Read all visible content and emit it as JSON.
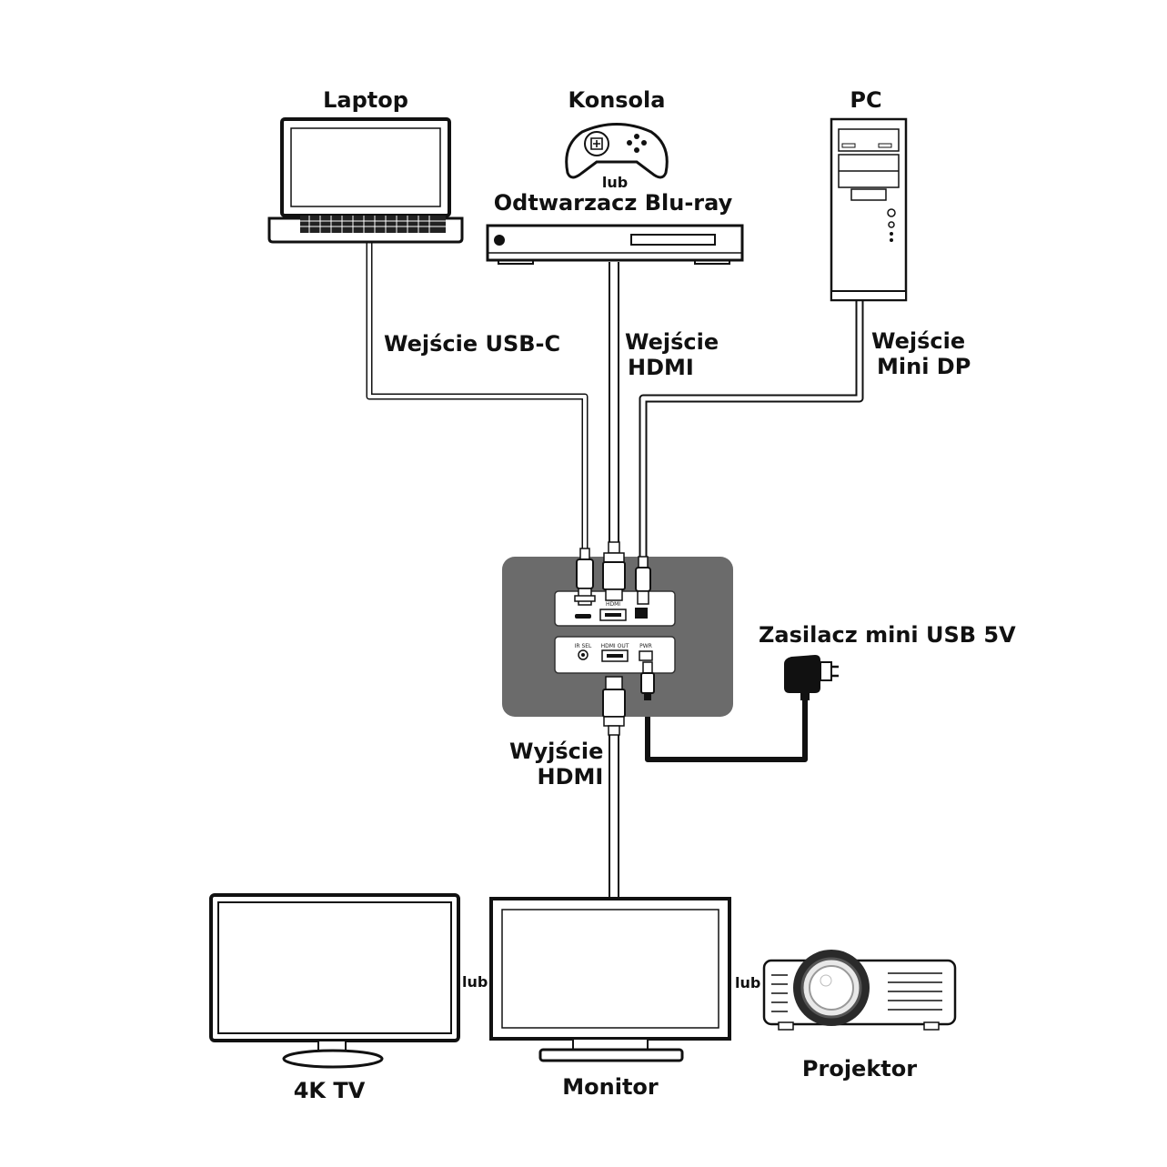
{
  "sources": {
    "laptop": "Laptop",
    "console": "Konsola",
    "or_label": "lub",
    "bluray": "Odtwarzacz Blu-ray",
    "pc": "PC"
  },
  "inputs": {
    "usbc": "Wejście USB-C",
    "hdmi_line1": "Wejście",
    "hdmi_line2": "HDMI",
    "minidp_line1": "Wejście",
    "minidp_line2": "Mini DP"
  },
  "device": {
    "port_hdmi": "HDMI",
    "port_ir": "IR SEL",
    "port_hdmi_out": "HDMI OUT",
    "port_pwr": "PWR"
  },
  "power": {
    "label": "Zasilacz mini USB 5V"
  },
  "output": {
    "line1": "Wyjście",
    "line2": "HDMI"
  },
  "displays": {
    "tv": "4K TV",
    "monitor": "Monitor",
    "projector": "Projektor",
    "or_left": "lub",
    "or_right": "lub"
  },
  "icons": {
    "laptop": "laptop-icon",
    "gamepad": "gamepad-icon",
    "bluray": "bluray-player-icon",
    "pc": "pc-tower-icon",
    "switch": "av-switch-icon",
    "adapter": "power-adapter-icon",
    "tv": "tv-icon",
    "monitor": "monitor-icon",
    "projector": "projector-icon"
  },
  "colors": {
    "line": "#111111",
    "device_panel": "#6b6b6b",
    "cable_fill": "#ffffff"
  }
}
